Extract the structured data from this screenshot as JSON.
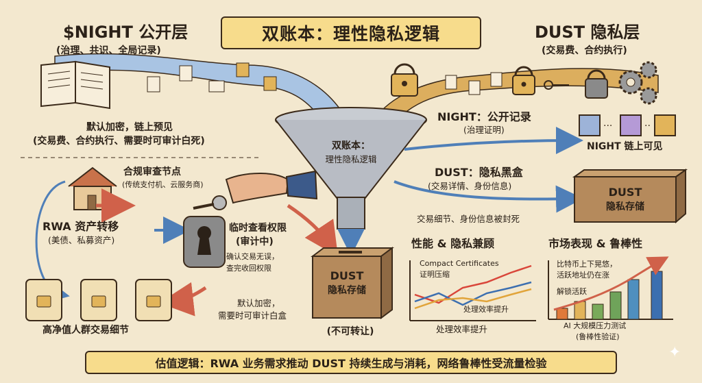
{
  "title": "双账本：理性隐私逻辑",
  "night_layer": {
    "heading": "$NIGHT 公开层",
    "subtitle": "(治理、共识、全局记录)"
  },
  "dust_layer": {
    "heading": "DUST 隐私层",
    "subtitle": "(交易费、合约执行)"
  },
  "left_note": {
    "line1": "默认加密，链上预见",
    "line2": "(交易费、合约执行、需要时可审计白死)"
  },
  "funnel": {
    "line1": "双账本：",
    "line2": "理性隐私逻辑"
  },
  "night_output": {
    "label": "NIGHT：公开记录",
    "sub": "(治理证明)",
    "blocks_caption": "NIGHT 链上可见",
    "block_colors": [
      "#9db3d8",
      "#b59ad6",
      "#e2b45a"
    ]
  },
  "dust_output": {
    "label": "DUST：隐私黑盒",
    "sub": "(交易详情、身份信息)",
    "box_line1": "DUST",
    "box_line2": "隐私存储",
    "sealed_note": "交易细节、身份信息被封死"
  },
  "compliance": {
    "heading": "合规审查节点",
    "sub": "(传统支付机、云服务商)"
  },
  "rwa": {
    "heading": "RWA 资产转移",
    "sub": "(美债、私募资产)"
  },
  "audit": {
    "heading1": "临时查看权限",
    "heading2": "(审计中)",
    "line1": "确认交易无误，",
    "line2": "查完收回权限"
  },
  "default_encrypt": {
    "line1": "默认加密，",
    "line2": "需要时可审计白盒"
  },
  "hnw": {
    "caption": "高净值人群交易细节"
  },
  "center_box": {
    "line1": "DUST",
    "line2": "隐私存储",
    "caption": "(不可转让)"
  },
  "perf_chart": {
    "heading": "性能 & 隐私兼顾",
    "label1": "Compact Certificates",
    "label2": "证明压缩",
    "label3": "处理效率提升",
    "caption": "处理效率提升",
    "series_colors": [
      "#d9463a",
      "#3c6fb0",
      "#e1a43a"
    ]
  },
  "market_chart": {
    "heading": "市场表现 & 鲁棒性",
    "note1": "比特币上下晃悠，",
    "note2": "活跃地址仍在涨",
    "note3": "解锁活跃",
    "caption1": "AI 大规模压力测试",
    "caption2": "(鲁棒性验证)",
    "bar_colors": [
      "#e07a3a",
      "#e2b45a",
      "#7aaa5a",
      "#6fa35a",
      "#4f8fbf",
      "#3c6fb0"
    ]
  },
  "bottom_bar": "估值逻辑：RWA 业务需求推动 DUST 持续生成与消耗，网络鲁棒性受流量检验",
  "colors": {
    "background": "#f3e8cf",
    "title_bg": "#f7dc8c",
    "stream_blue": "#8fb2d9",
    "stream_gold": "#d8a24a",
    "box_brown": "#b58a5c",
    "arrow_red": "#d0614a",
    "arrow_blue": "#4f7fb8"
  },
  "icons": [
    "book-icon",
    "document-icon",
    "padlock-icon",
    "key-icon",
    "gear-icon",
    "house-icon",
    "keyhole-icon",
    "scroll-icon",
    "funnel-icon",
    "box-icon"
  ]
}
